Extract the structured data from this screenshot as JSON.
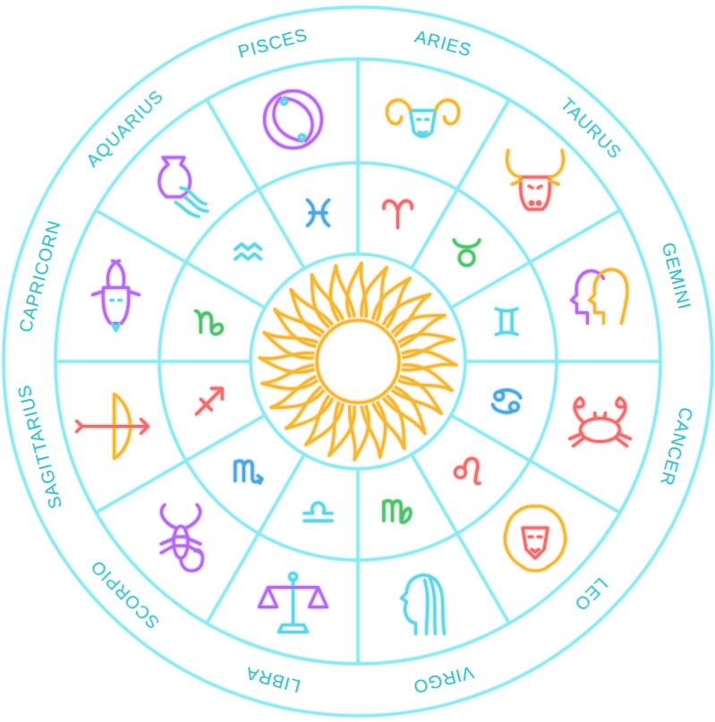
{
  "diagram": {
    "labels": [
      "PISCES",
      "ARIES",
      "TAURUS",
      "GEMINI",
      "CANCER",
      "LEO",
      "VIRGO",
      "LIBRA",
      "SCORPIO",
      "SAGITTARIUS",
      "CAPRICORN",
      "AQUARIUS"
    ]
  }
}
